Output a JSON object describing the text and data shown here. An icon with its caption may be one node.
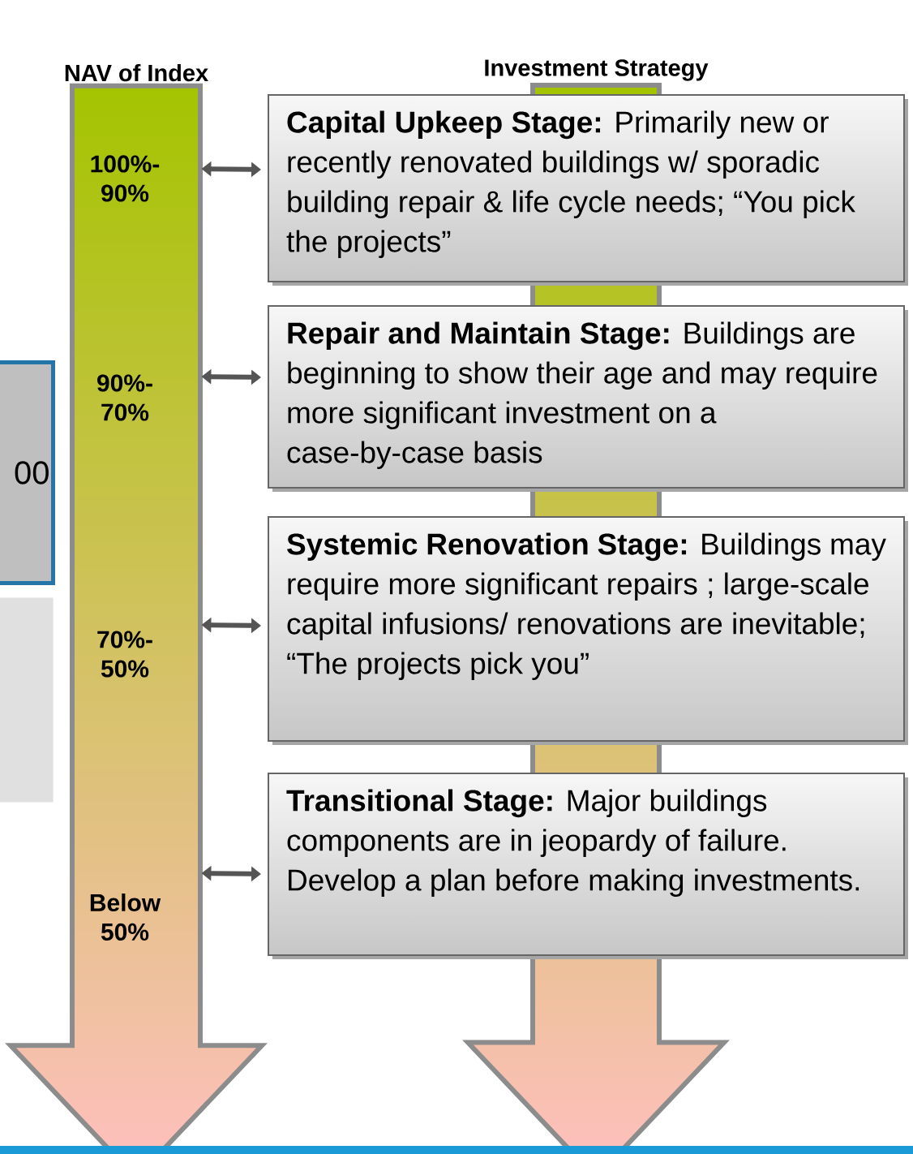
{
  "diagram": {
    "nodes": [
      {
        "text": [
          "NAV of Index"
        ]
      },
      {
        "text": [
          "100%- 90%"
        ],
        "in": 0
      },
      {
        "text": [
          "90%- 70%"
        ],
        "in": 0
      },
      {
        "text": [
          "70%- 50%"
        ],
        "in": 0
      },
      {
        "text": [
          "Below 50%"
        ],
        "in": 0
      },
      {
        "text": [
          "Investment Strategy"
        ]
      },
      {
        "text": [
          "**Capital Upkeep Stage:** Primarily new or recently renovated buildings w/ sporadic building repair & life cycle needs; “You pick the projects”"
        ]
      },
      {
        "text": [
          "**Repair and Maintain Stage:** Buildings are beginning to show their age and may require more significant investment on a case-by-case basis"
        ]
      },
      {
        "text": [
          "**Systemic Renovation Stage:** Buildings may require more significant repairs ; large-scale capital infusions/ renovations are inevitable; “The projects pick you”"
        ]
      },
      {
        "text": [
          "**Transitional Stage:** Major buildings components are in jeopardy of failure. Develop a plan before making investments."
        ]
      },
      {
        "text": [
          "00"
        ]
      },
      {
        "text": [],
        "shape": "box"
      }
    ],
    "edges": [
      {
        "from": 1,
        "to": 6,
        "arrow": "both"
      },
      {
        "from": 2,
        "to": 7,
        "arrow": "both"
      },
      {
        "from": 3,
        "to": 8,
        "arrow": "both"
      },
      {
        "from": 4,
        "to": 9,
        "arrow": "both"
      }
    ]
  }
}
